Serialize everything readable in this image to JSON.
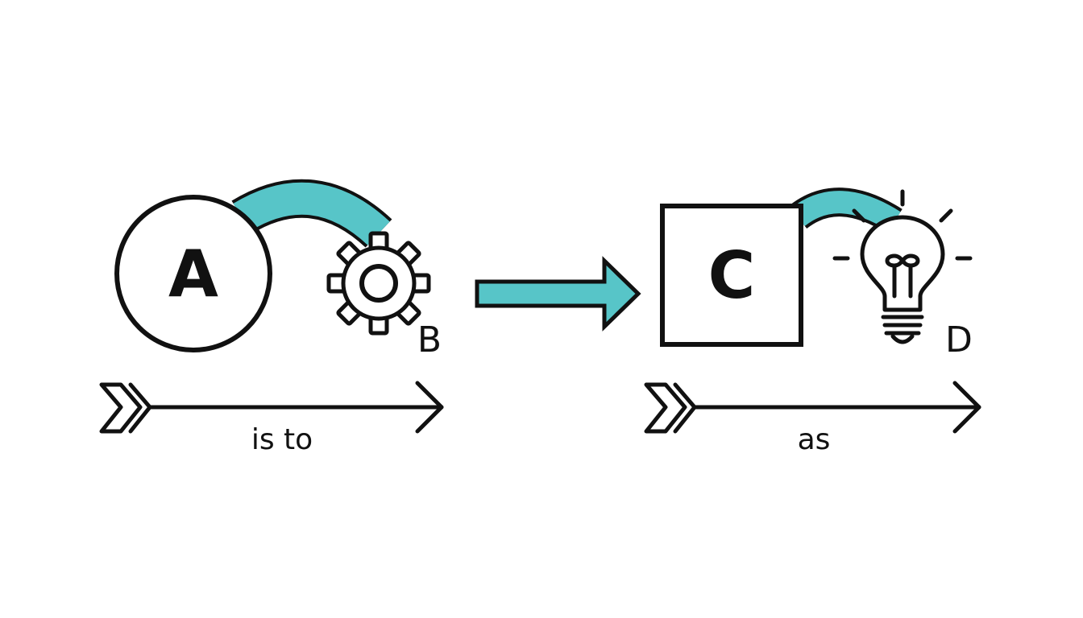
{
  "diagram": {
    "colors": {
      "stroke": "#111111",
      "accent": "#57c5c8",
      "background": "#ffffff"
    },
    "left_pair": {
      "term_a": {
        "label": "A",
        "shape": "circle"
      },
      "term_b": {
        "label": "B",
        "icon": "gear-icon"
      },
      "connector_label": "is to"
    },
    "transition": {
      "icon": "teal-arrow-right-icon"
    },
    "right_pair": {
      "term_c": {
        "label": "C",
        "shape": "square"
      },
      "term_d": {
        "label": "D",
        "icon": "light-bulb-icon"
      },
      "connector_label": "as"
    }
  }
}
